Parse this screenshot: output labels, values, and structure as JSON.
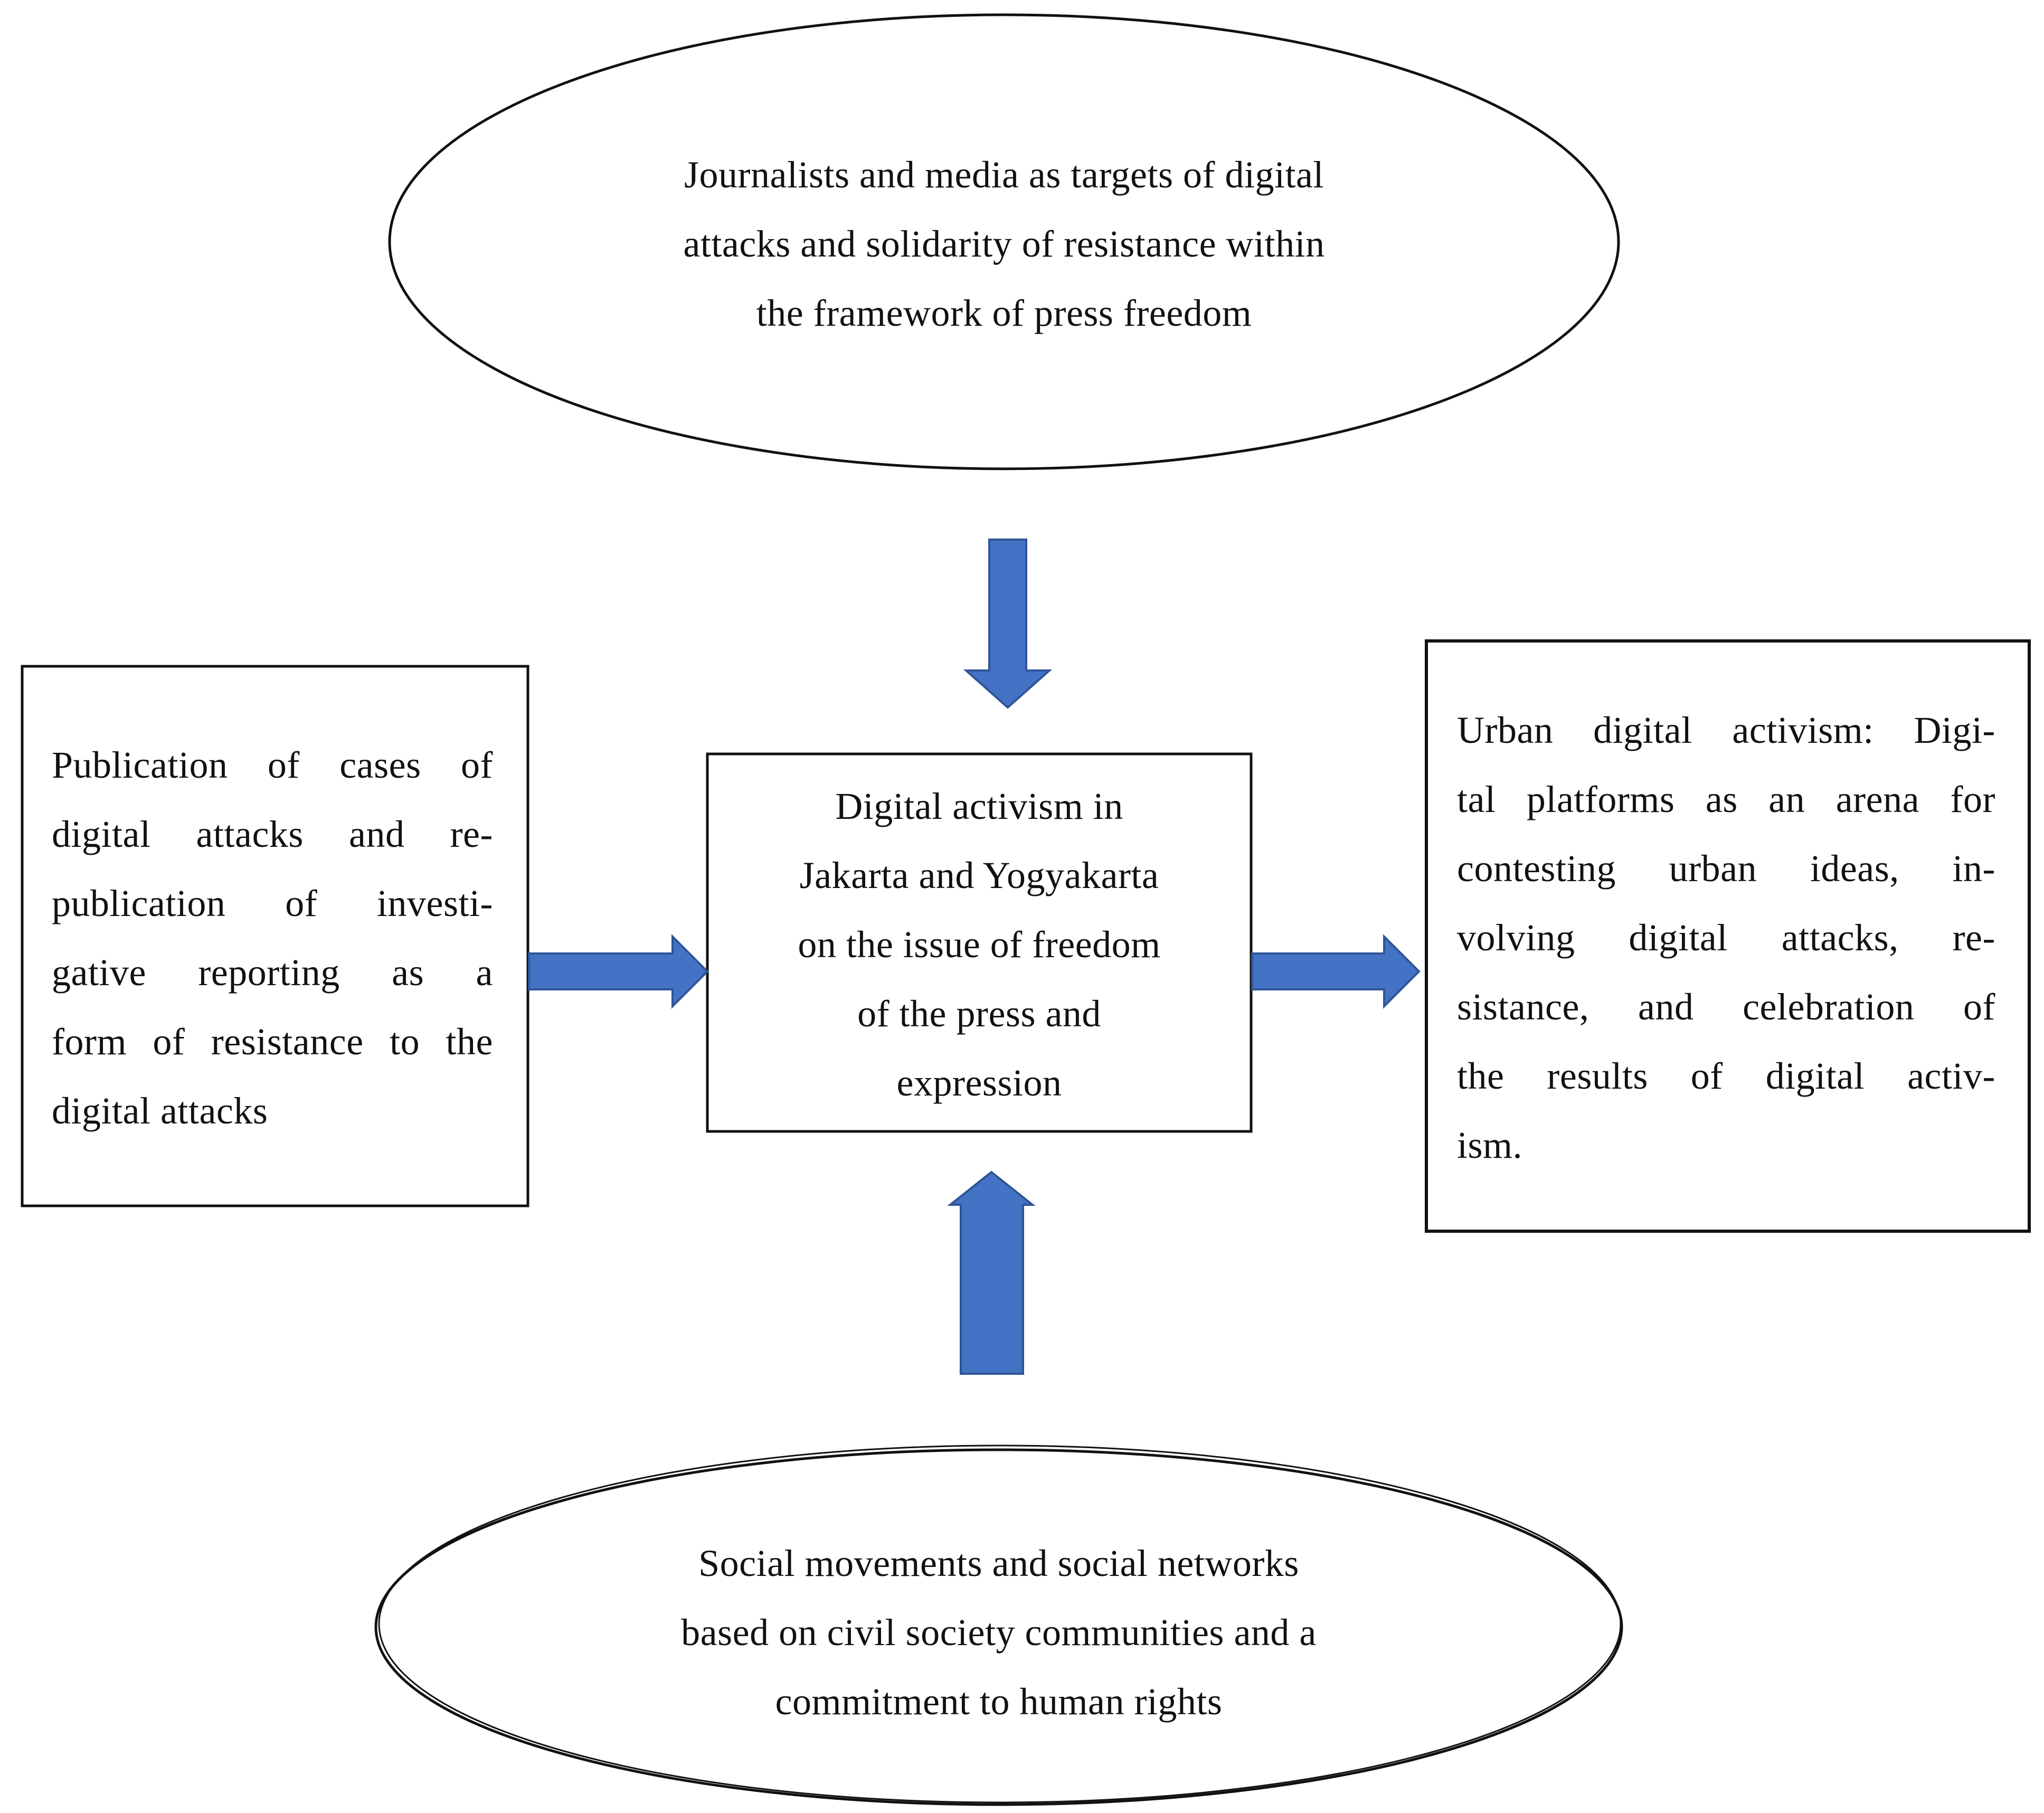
{
  "diagram": {
    "top_node": {
      "lines": [
        "Journalists and media as targets of digital",
        "attacks and solidarity of resistance within",
        "the framework of press freedom"
      ]
    },
    "bottom_node": {
      "lines": [
        "Social movements and social networks",
        "based on civil society communities and a",
        "commitment to human rights"
      ]
    },
    "left_node": {
      "lines": [
        "Publication of cases of",
        "digital attacks and re-",
        "publication of investi-",
        "gative reporting as a",
        "form of resistance to the",
        "digital attacks"
      ]
    },
    "center_node": {
      "lines": [
        "Digital activism in",
        "Jakarta and Yogyakarta",
        "on the issue of freedom",
        "of the press and",
        "expression"
      ]
    },
    "right_node": {
      "lines": [
        "Urban digital activism: Digi-",
        "tal platforms as an arena for",
        "contesting urban ideas, in-",
        "volving digital attacks, re-",
        "sistance, and celebration of",
        "the results of digital activ-",
        "ism."
      ]
    },
    "arrow_color": "#4472C4",
    "stroke_color": "#111111"
  }
}
